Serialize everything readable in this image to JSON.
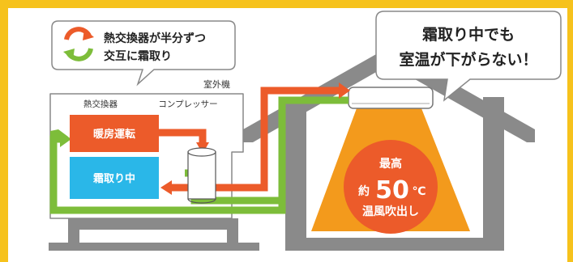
{
  "speech_bubble_left": {
    "line1": "熱交換器が半分ずつ",
    "line2": "交互に霜取り"
  },
  "speech_bubble_right": {
    "line1": "霜取り中でも",
    "line2": "室温が下がらない！"
  },
  "outdoor_unit": {
    "title": "室外機",
    "heat_exchanger_label": "熱交換器",
    "compressor_label": "コンプレッサー",
    "heating_label": "暖房運転",
    "defrost_label": "霜取り中"
  },
  "warm_air": {
    "line1": "最高",
    "prefix": "約",
    "temperature": "50",
    "unit": "℃",
    "line3": "温風吹出し"
  },
  "colors": {
    "background": "#f6c21c",
    "hot_pipe": "#ec5b2a",
    "cool_pipe": "#7dbd3a",
    "heating_box": "#ec5b2a",
    "defrost_box": "#2ab7e8",
    "house_frame": "#8a8a8a",
    "warm_air_cone": "#f39a1c",
    "warm_air_circle": "#ec5b2a"
  }
}
